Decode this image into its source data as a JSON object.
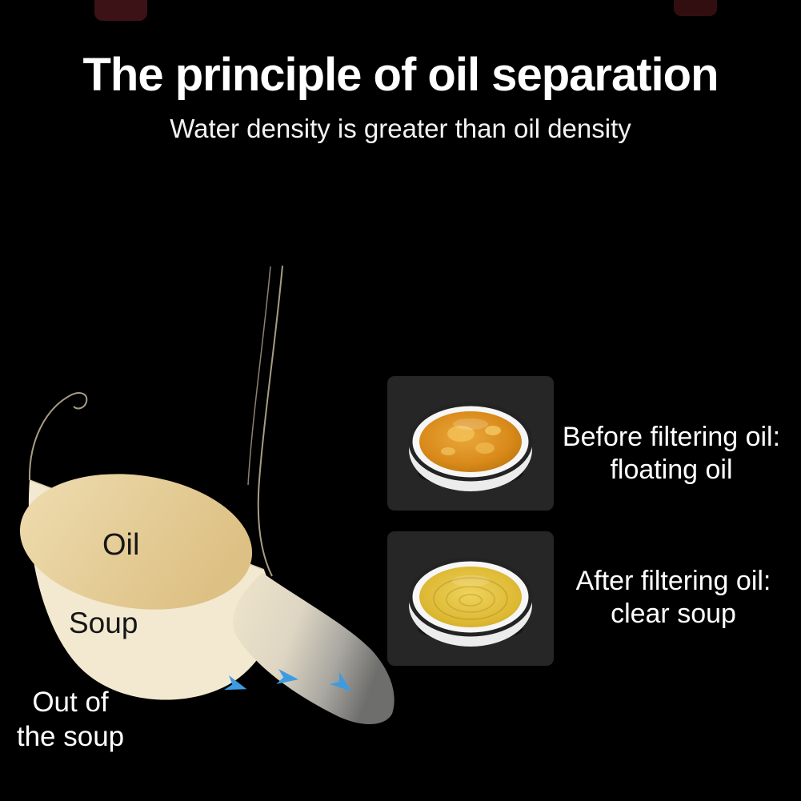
{
  "title": "The principle of oil separation",
  "subtitle": "Water density is greater than oil density",
  "ladle": {
    "oil_label": "Oil",
    "soup_label": "Soup",
    "out_label_line1": "Out of",
    "out_label_line2": "the soup"
  },
  "comparison": {
    "before": {
      "line1": "Before filtering oil:",
      "line2": "floating oil"
    },
    "after": {
      "line1": "After filtering oil:",
      "line2": "clear soup"
    }
  },
  "colors": {
    "background": "#000000",
    "soup_fill": "#f2e9d0",
    "oil_fill": "#e5cc96",
    "flow_arrow": "#3f9be0",
    "broth_before": "#c97d12",
    "broth_after": "#ddb832"
  }
}
